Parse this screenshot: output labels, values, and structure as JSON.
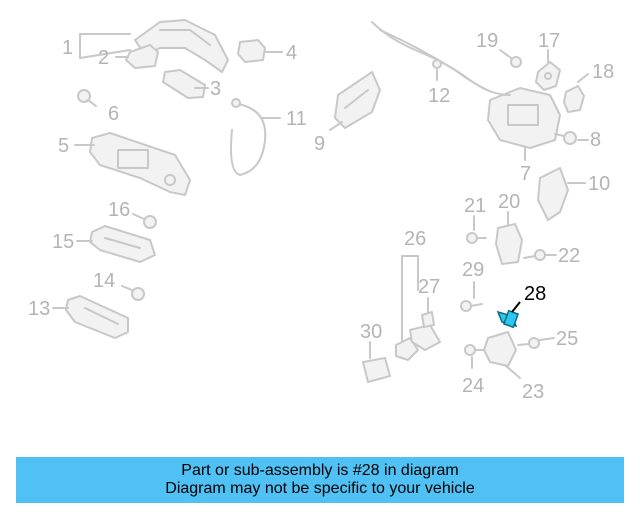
{
  "diagram": {
    "labels": [
      "1",
      "2",
      "3",
      "4",
      "5",
      "6",
      "7",
      "8",
      "9",
      "10",
      "11",
      "12",
      "13",
      "14",
      "15",
      "16",
      "17",
      "18",
      "19",
      "20",
      "21",
      "22",
      "23",
      "24",
      "25",
      "26",
      "27",
      "28",
      "29",
      "30"
    ],
    "highlight": "28",
    "colors": {
      "parts": "#c8c8c8",
      "labels": "#b4b4b4",
      "highlight_part": "#2ec6f0",
      "highlight_label": "#000000"
    }
  },
  "banner": {
    "line1": "Part or sub-assembly is #28 in diagram",
    "line2": "Diagram may not be specific to your vehicle",
    "background": "#4fc1f5"
  }
}
